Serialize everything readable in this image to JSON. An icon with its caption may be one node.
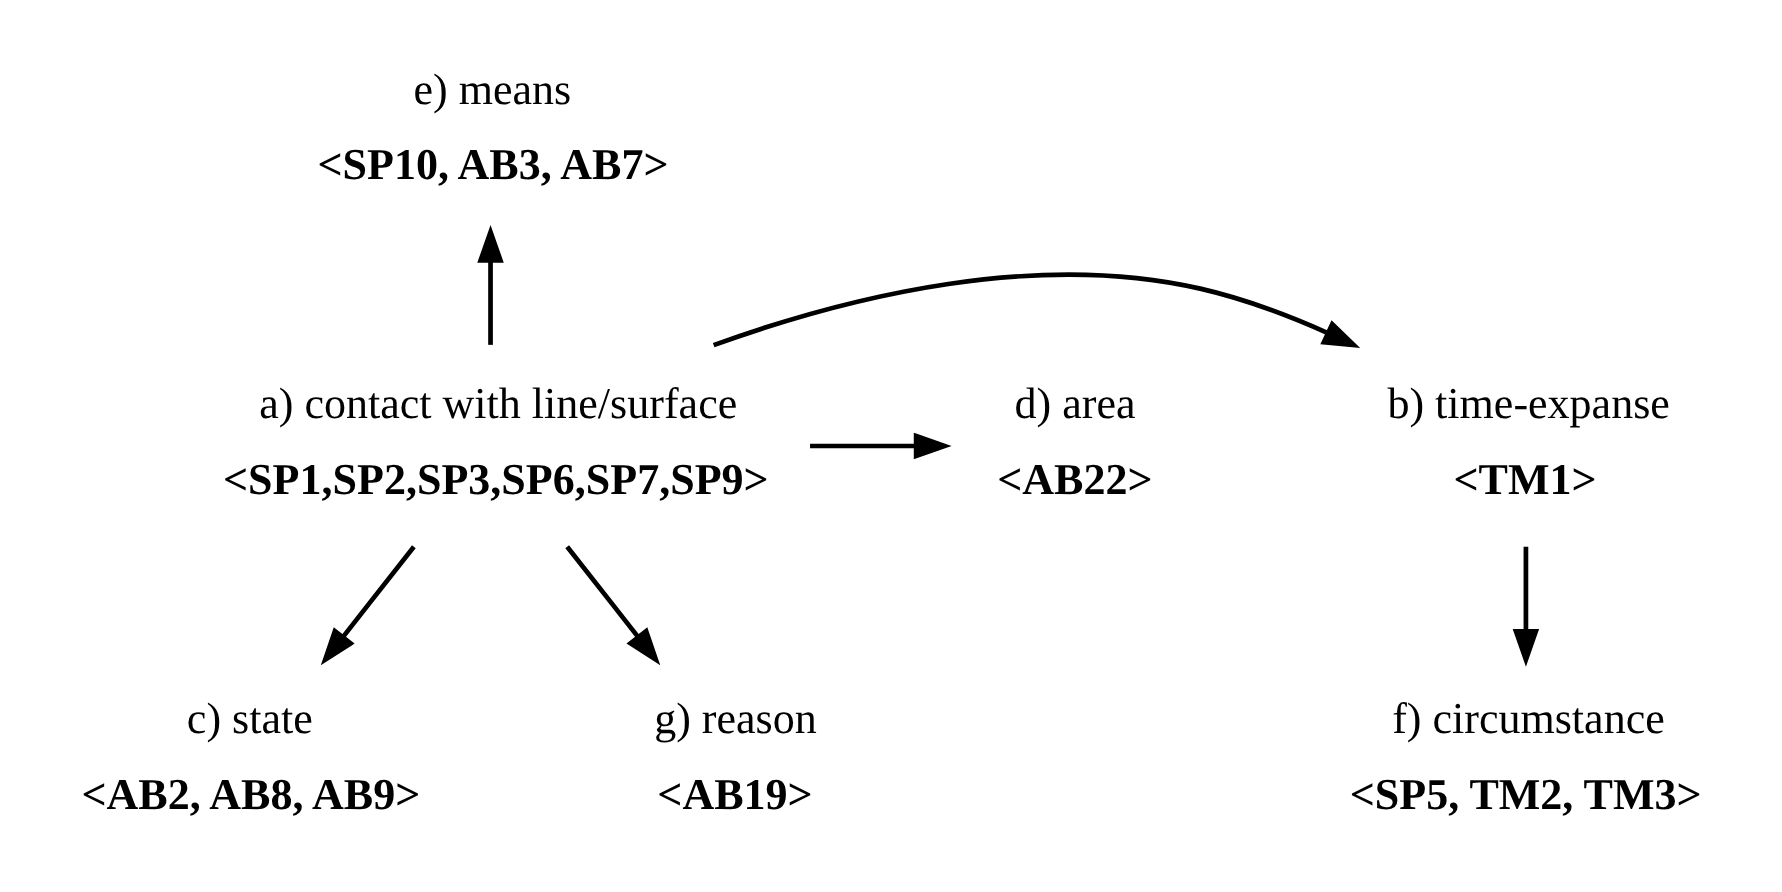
{
  "diagram": {
    "nodes": [
      {
        "text": [
          "a) contact with line/surface",
          "<SP1,SP2,SP3,SP6,SP7,SP9>"
        ]
      },
      {
        "text": [
          "b) time-expanse",
          "<TM1>"
        ]
      },
      {
        "text": [
          "c) state",
          "<AB2, AB8, AB9>"
        ]
      },
      {
        "text": [
          "d) area",
          "<AB22>"
        ]
      },
      {
        "text": [
          "e) means",
          "<SP10, AB3, AB7>"
        ]
      },
      {
        "text": [
          "f) circumstance",
          "<SP5, TM2, TM3>"
        ]
      },
      {
        "text": [
          "g) reason",
          "<AB19>"
        ]
      }
    ],
    "edges": [
      {
        "from": 0,
        "to": 4,
        "arrow": "to"
      },
      {
        "from": 0,
        "to": 3,
        "arrow": "to"
      },
      {
        "from": 0,
        "to": 1,
        "arrow": "to"
      },
      {
        "from": 0,
        "to": 2,
        "arrow": "to"
      },
      {
        "from": 0,
        "to": 6,
        "arrow": "to"
      },
      {
        "from": 1,
        "to": 5,
        "arrow": "to"
      }
    ]
  }
}
